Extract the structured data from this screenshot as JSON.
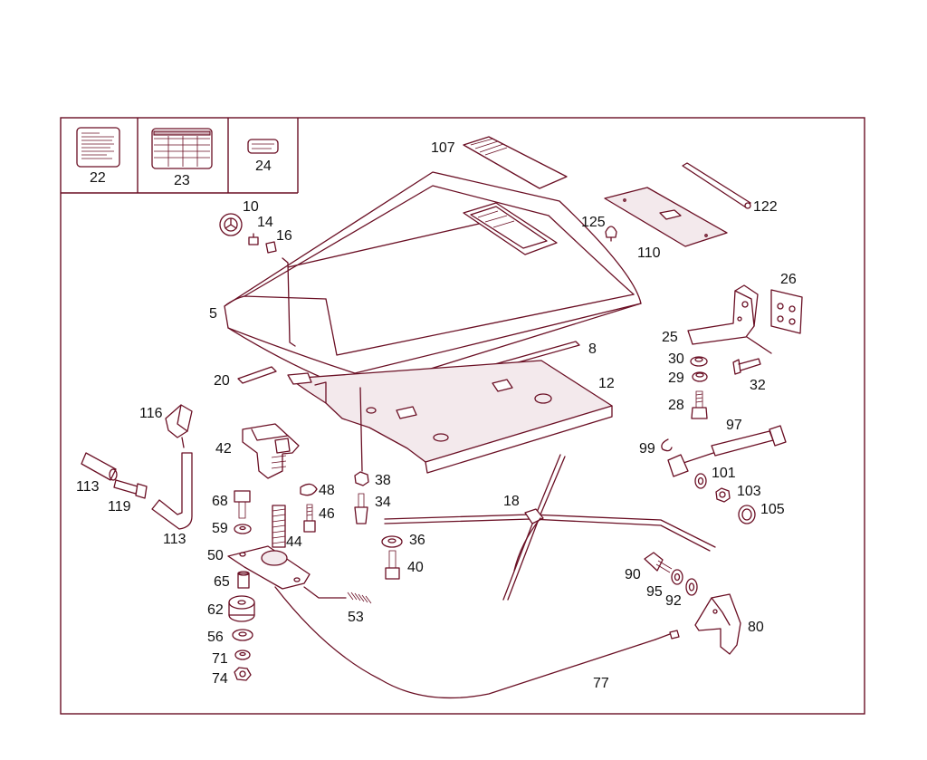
{
  "colors": {
    "line": "#6a0f24",
    "text": "#111111",
    "background": "#ffffff"
  },
  "labels": {
    "p5": "5",
    "p8": "8",
    "p10": "10",
    "p12": "12",
    "p14": "14",
    "p16": "16",
    "p18": "18",
    "p20": "20",
    "p22": "22",
    "p23": "23",
    "p24": "24",
    "p25": "25",
    "p26": "26",
    "p28": "28",
    "p29": "29",
    "p30": "30",
    "p32": "32",
    "p34": "34",
    "p36": "36",
    "p38": "38",
    "p40": "40",
    "p42": "42",
    "p44": "44",
    "p46": "46",
    "p48": "48",
    "p50": "50",
    "p53": "53",
    "p56": "56",
    "p59": "59",
    "p62": "62",
    "p65": "65",
    "p68": "68",
    "p71": "71",
    "p74": "74",
    "p77": "77",
    "p80": "80",
    "p90": "90",
    "p92": "92",
    "p95": "95",
    "p97": "97",
    "p99": "99",
    "p101": "101",
    "p103": "103",
    "p105": "105",
    "p107": "107",
    "p110": "110",
    "p113a": "113",
    "p113b": "113",
    "p116": "116",
    "p119": "119",
    "p122": "122",
    "p125": "125"
  }
}
